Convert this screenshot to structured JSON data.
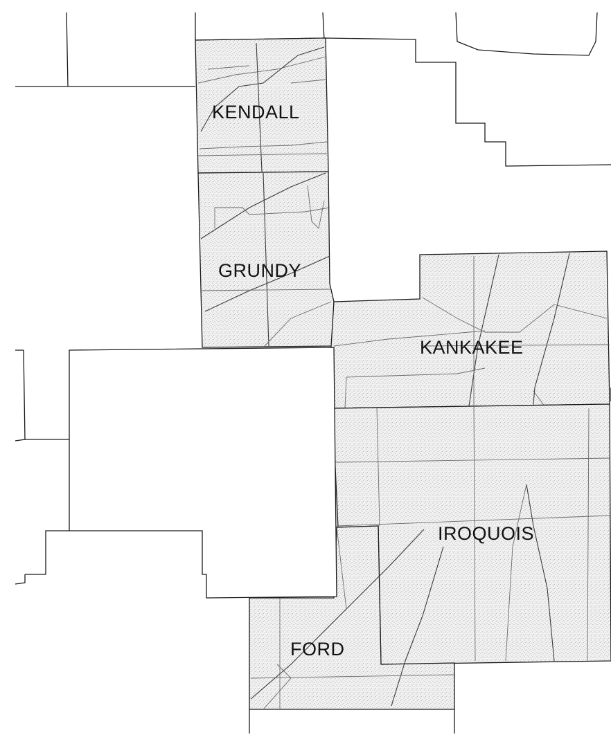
{
  "colors": {
    "background": "#ffffff",
    "outline": "#1a1a1a",
    "stipple": "#8a8a8a",
    "label": "#111111"
  },
  "counties": [
    {
      "id": "kendall",
      "label": "KENDALL"
    },
    {
      "id": "grundy",
      "label": "GRUNDY"
    },
    {
      "id": "kankakee",
      "label": "KANKAKEE"
    },
    {
      "id": "iroquois",
      "label": "IROQUOIS"
    },
    {
      "id": "ford",
      "label": "FORD"
    }
  ]
}
